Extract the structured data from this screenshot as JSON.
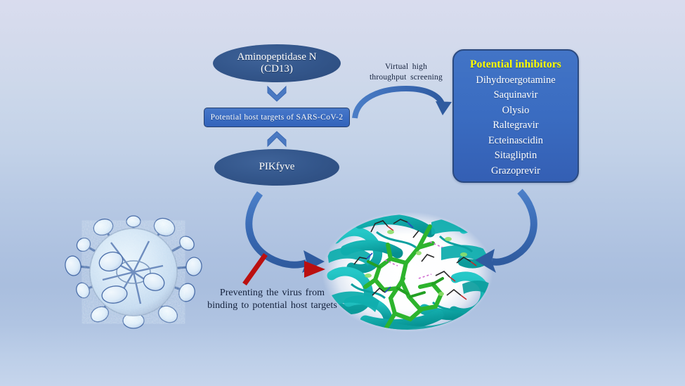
{
  "diagram": {
    "title_hidden": "SARS-CoV-2 host target inhibitor screening workflow",
    "nodes": {
      "aminopeptidase": {
        "line1": "Aminopeptidase N",
        "line2": "(CD13)",
        "shape": "ellipse",
        "fill": "#34578c"
      },
      "host_targets": {
        "label": "Potential host targets of SARS-CoV-2",
        "shape": "rounded-rect",
        "fill": "#3a6cc2",
        "border": "#26406e"
      },
      "pikfyve": {
        "label": "PIKfyve",
        "shape": "ellipse",
        "fill": "#34578c"
      }
    },
    "inhibitors_panel": {
      "title": "Potential inhibitors",
      "title_color": "#ffff00",
      "fill": "#3a6cc1",
      "border": "#2b4a80",
      "items": [
        "Dihydroergotamine",
        "Saquinavir",
        "Olysio",
        "Raltegravir",
        "Ecteinascidin",
        "Sitagliptin",
        "Grazoprevir"
      ]
    },
    "edge_labels": {
      "screening": "Virtual  high\nthroughput  screening",
      "screening_line1": "Virtual  high",
      "screening_line2": "throughput  screening",
      "prevent_line1": "Preventing the virus from",
      "prevent_line2": "binding to potential host targets"
    },
    "arrows": {
      "chevron_down": "chevron-down-arrow",
      "chevron_up": "chevron-up-arrow",
      "screening_curve": "curved-arrow-right",
      "virus_to_protein": "curved-arrow-down-right",
      "inhibitors_to_protein": "curved-arrow-down-left",
      "blocked_binding": "red-blocked-arrow",
      "blocked_color": "#c00000",
      "blue_arrow_color": "#3a6bb5"
    },
    "illustrations": {
      "virus": {
        "name": "sars-cov-2-virion",
        "body_fill": "#d5e6f5",
        "spike_stroke": "#4a6ea8",
        "spike_count": 20
      },
      "protein": {
        "name": "protein-ligand-complex",
        "ribbon_color": "#11b0b0",
        "ligand_color": "#2fb62f",
        "glow_color": "#ffffff"
      }
    },
    "background": {
      "top_color": "#d9dcee",
      "mid_color": "#a9bede",
      "bottom_color": "#c6d5ec"
    }
  }
}
